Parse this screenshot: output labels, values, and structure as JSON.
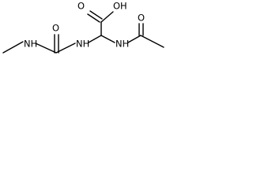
{
  "diagram": {
    "atoms": {
      "hydroxyl": "OH",
      "carbonyl_oxygen_acid": "O",
      "carbonyl_oxygen_urea": "O",
      "carbonyl_oxygen_acetyl": "O",
      "amine_methyl": "NH",
      "amine_urea": "NH",
      "amine_acetyl": "NH"
    },
    "colors": {
      "bond": "#000000",
      "text": "#000000",
      "background": "#ffffff"
    }
  }
}
